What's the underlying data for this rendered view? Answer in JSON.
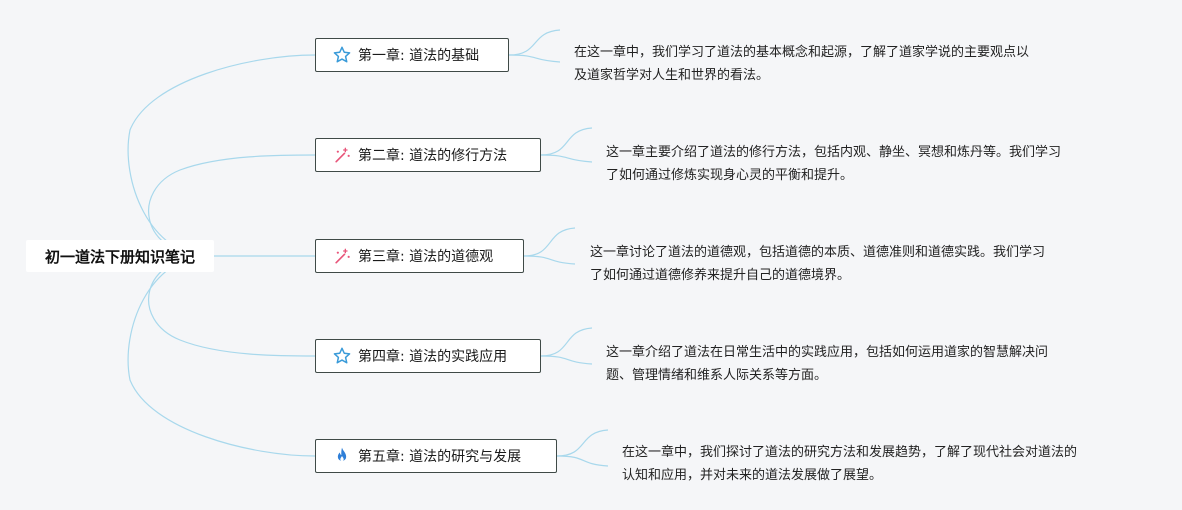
{
  "root": {
    "label": "初一道法下册知识笔记"
  },
  "chapters": [
    {
      "label": "第一章: 道法的基础",
      "icon": "star-icon",
      "note": [
        "在这一章中，我们学习了道法的基本概念和起源，了解了道家学说的主要观点以",
        "及道家哲学对人生和世界的看法。"
      ]
    },
    {
      "label": "第二章: 道法的修行方法",
      "icon": "magic-wand-icon",
      "note": [
        "这一章主要介绍了道法的修行方法，包括内观、静坐、冥想和炼丹等。我们学习",
        "了如何通过修炼实现身心灵的平衡和提升。"
      ]
    },
    {
      "label": "第三章: 道法的道德观",
      "icon": "magic-wand-icon",
      "note": [
        "这一章讨论了道法的道德观，包括道德的本质、道德准则和道德实践。我们学习",
        "了如何通过道德修养来提升自己的道德境界。"
      ]
    },
    {
      "label": "第四章: 道法的实践应用",
      "icon": "star-icon",
      "note": [
        "这一章介绍了道法在日常生活中的实践应用，包括如何运用道家的智慧解决问",
        "题、管理情绪和维系人际关系等方面。"
      ]
    },
    {
      "label": "第五章: 道法的研究与发展",
      "icon": "flame-icon",
      "note": [
        "在这一章中，我们探讨了道法的研究方法和发展趋势，了解了现代社会对道法的",
        "认知和应用，并对未来的道法发展做了展望。"
      ]
    }
  ],
  "colors": {
    "connector": "#a8d8ec",
    "star": "#3a9bd9",
    "wand": "#e8557a",
    "flame": "#2f7fd8"
  }
}
